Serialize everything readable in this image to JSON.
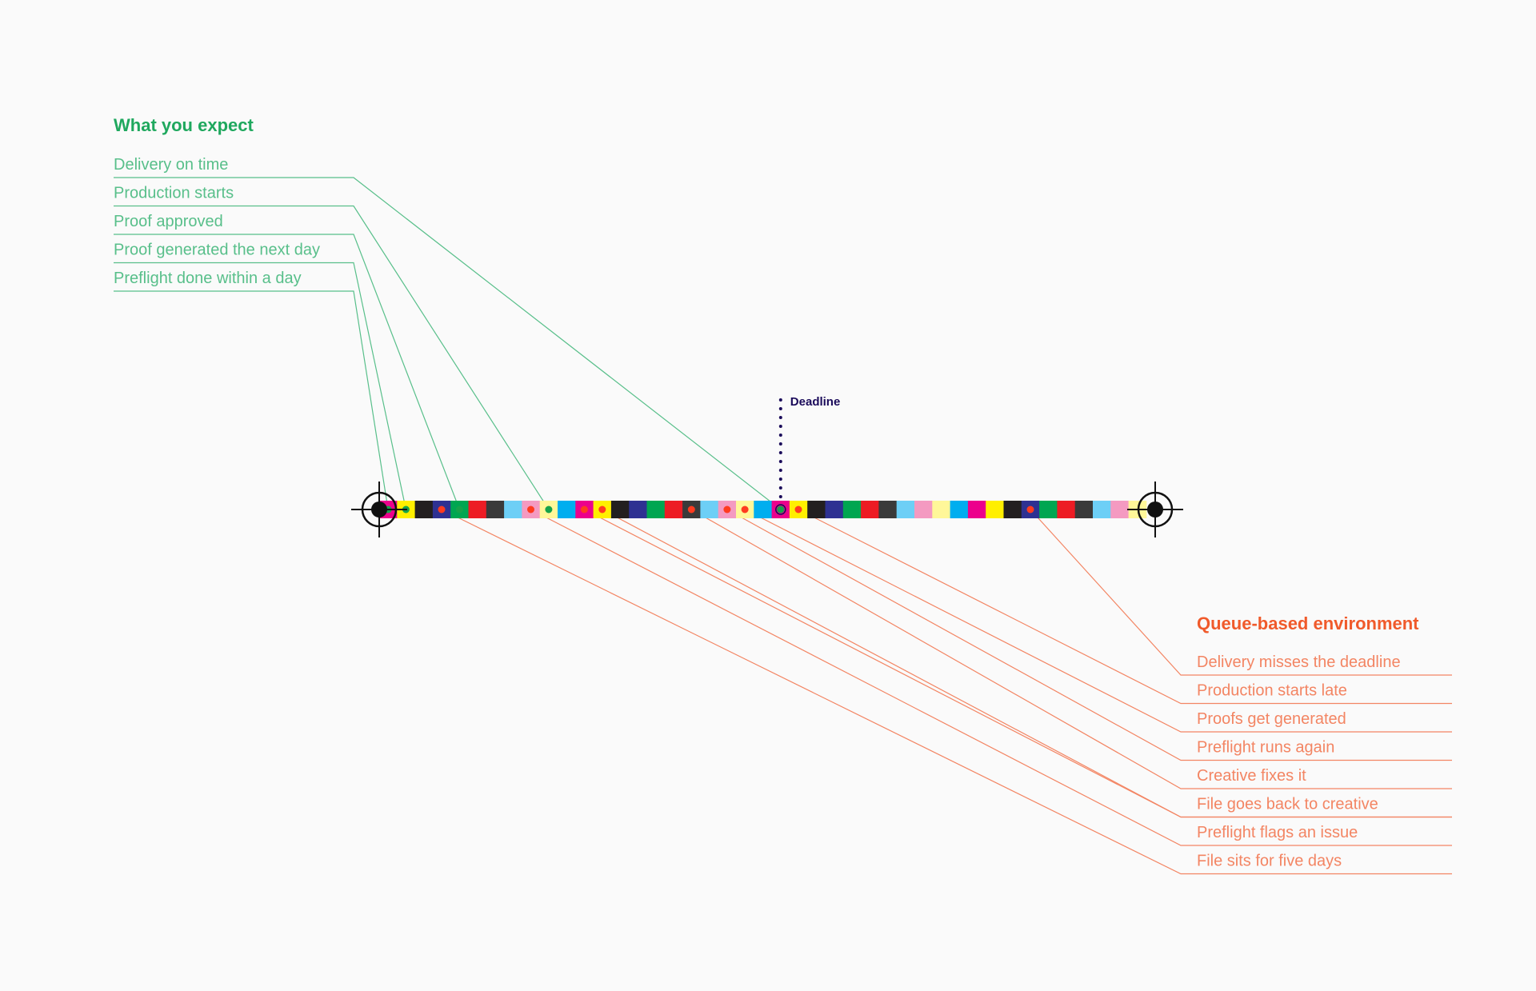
{
  "colors": {
    "background": "#fafafa",
    "expect": "#58bf8a",
    "expect_title": "#1fa85e",
    "queue": "#f38563",
    "queue_title": "#f05a2b",
    "deadline": "#1a0a5a",
    "green_dot": "#16a34a",
    "red_dot": "#ff3b1f",
    "target": "#111111"
  },
  "expect_section": {
    "title": "What you expect",
    "items": [
      "Delivery on time",
      "Production starts",
      "Proof approved",
      "Proof generated the next day",
      "Preflight done within a day"
    ]
  },
  "queue_section": {
    "title": "Queue-based environment",
    "items": [
      "Delivery misses the deadline",
      "Production starts late",
      "Proofs get generated",
      "Preflight runs again",
      "Creative fixes it",
      "File goes back to creative",
      "Preflight flags an issue",
      "File sits for five days"
    ]
  },
  "deadline_label": "Deadline",
  "timeline": {
    "segment_count": 43,
    "segment_colors": [
      "#ec008c",
      "#ffef00",
      "#231f20",
      "#2e3192",
      "#00a651",
      "#ed1c24",
      "#3a3a3a",
      "#6dcff6",
      "#f49ac1",
      "#fff799",
      "#00aeef",
      "#ec008c",
      "#ffef00",
      "#231f20",
      "#2e3192",
      "#00a651",
      "#ed1c24",
      "#3a3a3a",
      "#6dcff6",
      "#f49ac1",
      "#fff799",
      "#00aeef",
      "#ec008c",
      "#ffef00",
      "#231f20",
      "#2e3192",
      "#00a651",
      "#ed1c24",
      "#3a3a3a",
      "#6dcff6",
      "#f49ac1",
      "#fff799",
      "#00aeef",
      "#ec008c",
      "#ffef00",
      "#231f20",
      "#2e3192",
      "#00a651",
      "#ed1c24",
      "#3a3a3a",
      "#6dcff6",
      "#f49ac1",
      "#fff799"
    ],
    "deadline_segment": 22,
    "expect_markers": [
      22,
      9,
      4,
      1,
      0
    ],
    "queue_markers": [
      36,
      23,
      20,
      19,
      17,
      12,
      11,
      8,
      3
    ],
    "queue_marker_items": [
      0,
      1,
      2,
      3,
      4,
      5,
      5,
      6,
      7
    ]
  }
}
